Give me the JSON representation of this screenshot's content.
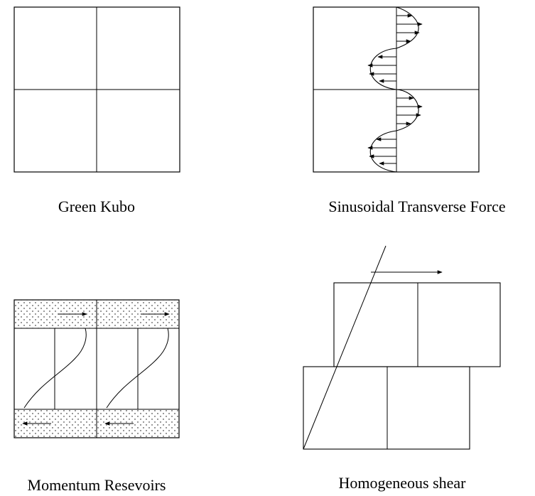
{
  "panels": {
    "green_kubo": {
      "caption": "Green Kubo"
    },
    "sinusoidal": {
      "caption": "Sinusoidal Transverse Force"
    },
    "momentum": {
      "caption": "Momentum Resevoirs"
    },
    "shear": {
      "caption": "Homogeneous shear"
    }
  }
}
